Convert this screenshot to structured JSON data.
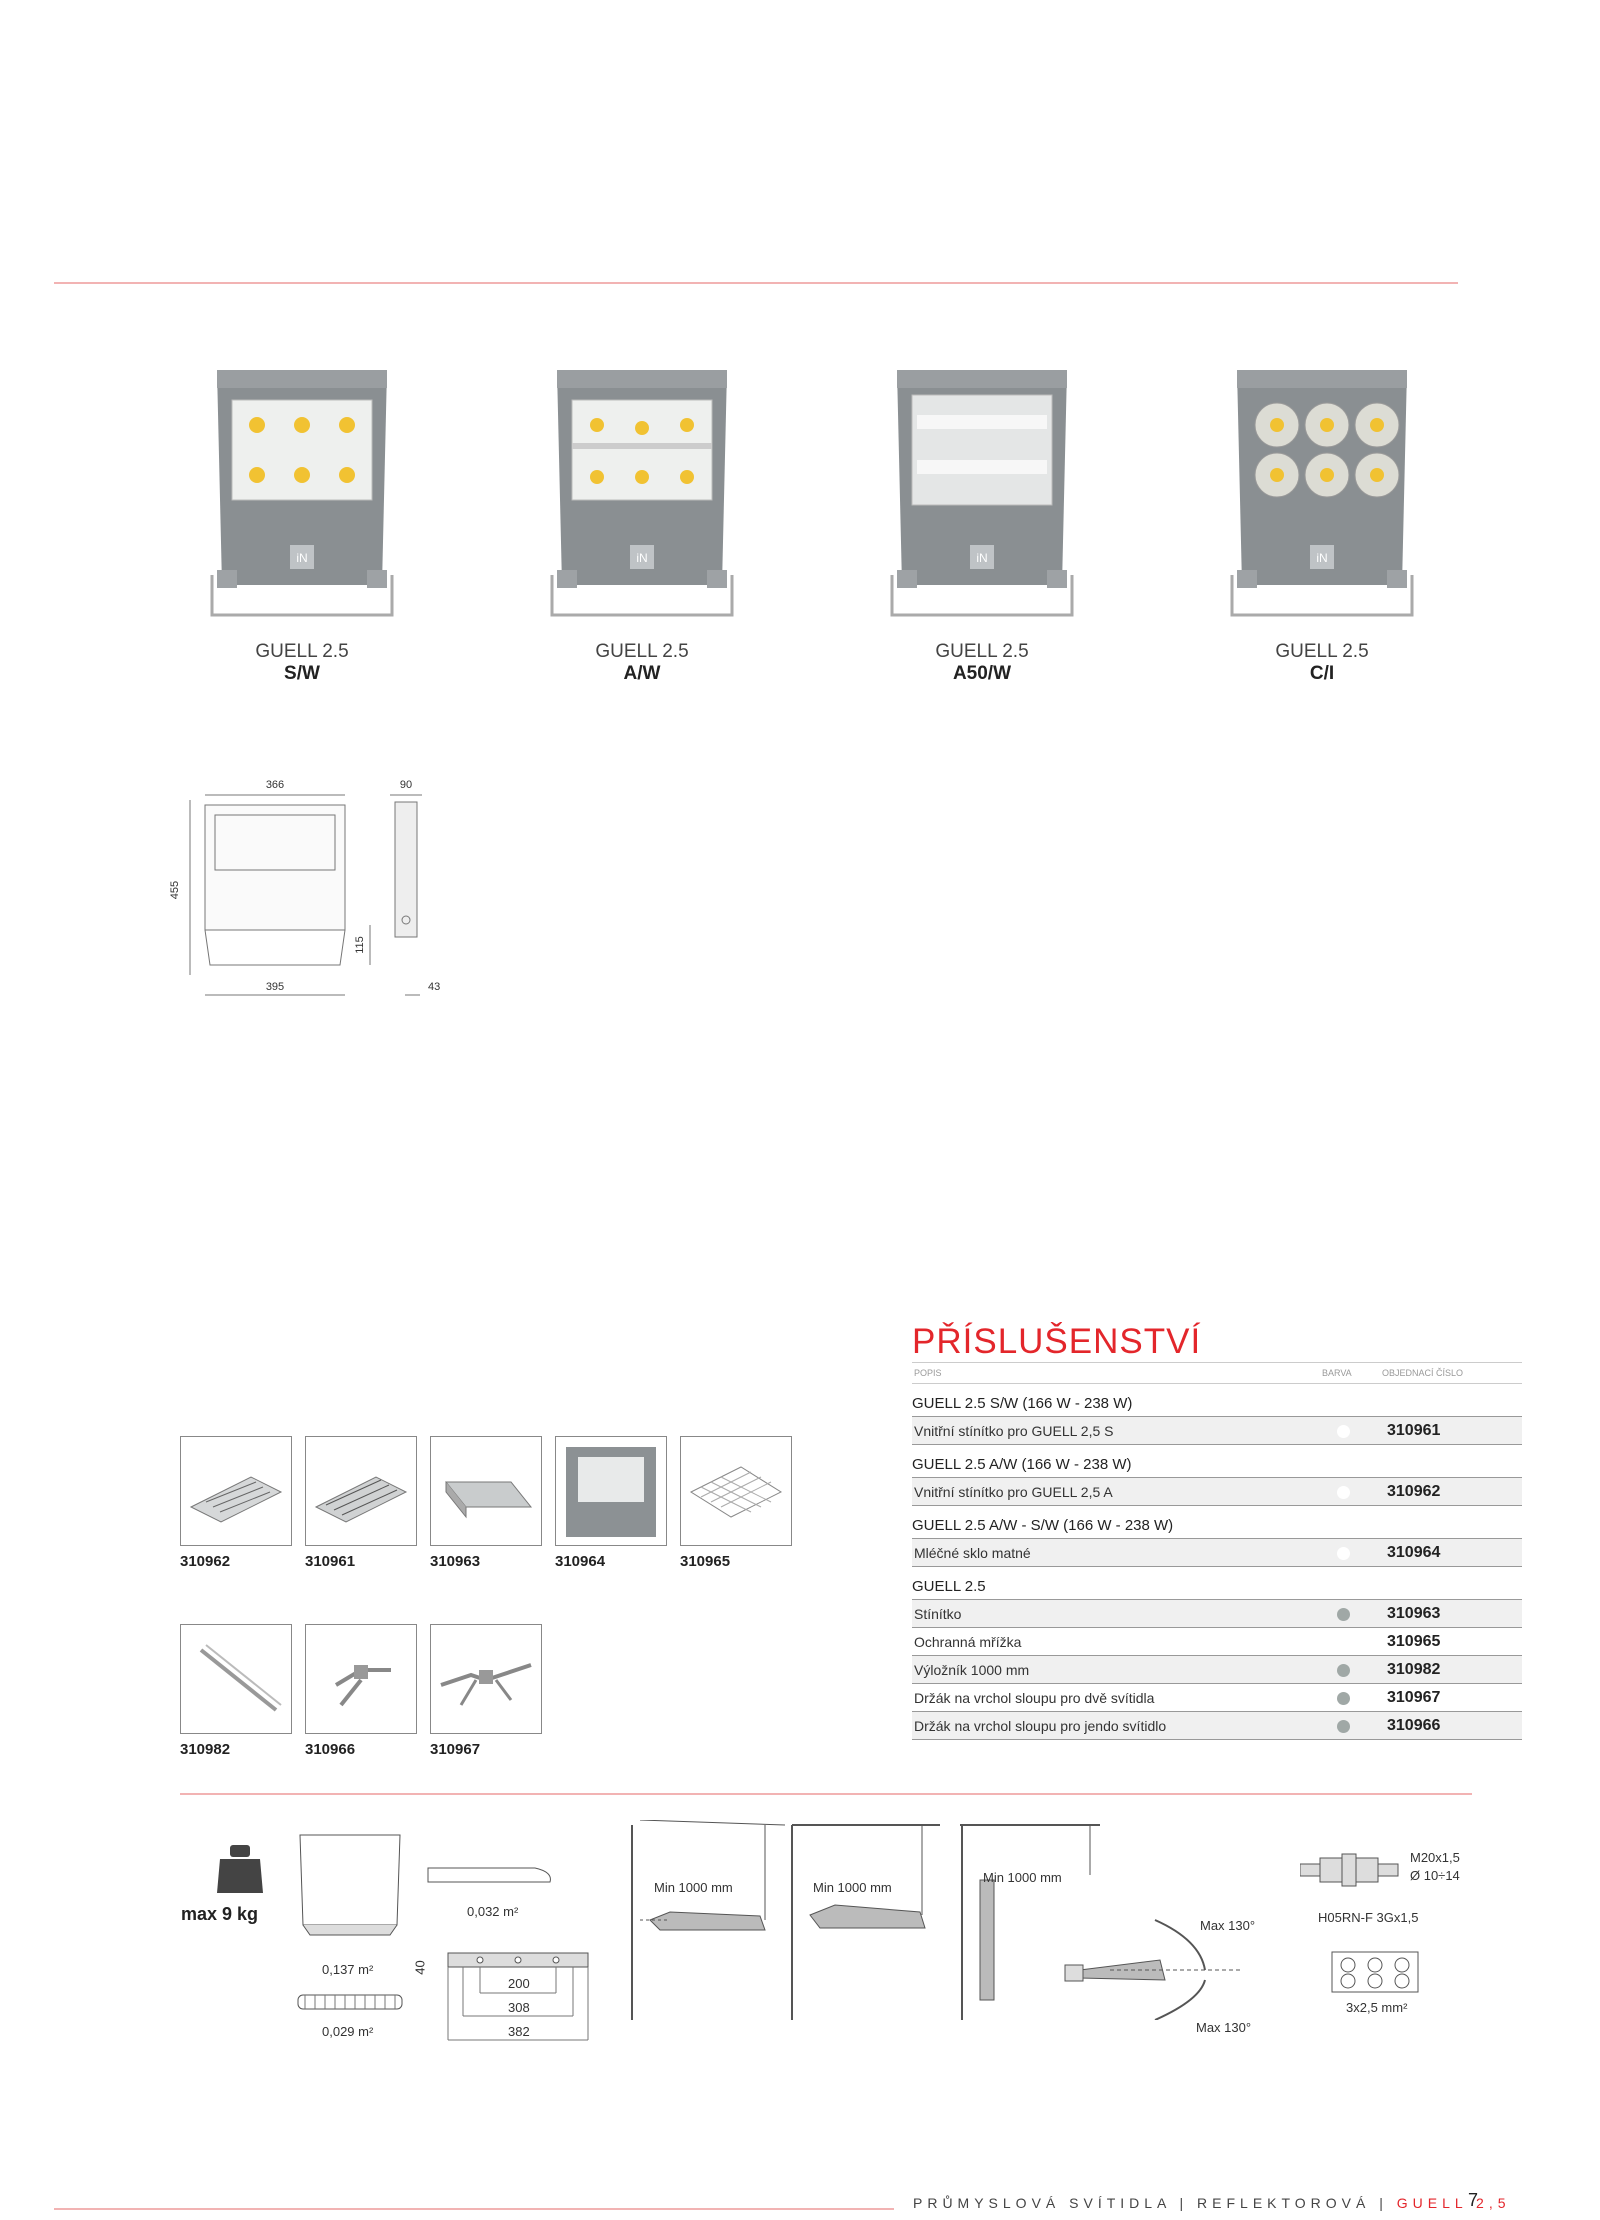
{
  "products": [
    {
      "name": "GUELL 2.5",
      "variant": "S/W"
    },
    {
      "name": "GUELL 2.5",
      "variant": "A/W"
    },
    {
      "name": "GUELL 2.5",
      "variant": "A50/W"
    },
    {
      "name": "GUELL 2.5",
      "variant": "C/I"
    }
  ],
  "brand_badge": "iN",
  "dimensions": {
    "width_top": "366",
    "depth": "90",
    "height": "455",
    "bracket": "115",
    "width_bottom": "395",
    "bottom_depth": "43"
  },
  "accessories": {
    "title": "PŘÍSLUŠENSTVÍ",
    "headers": {
      "desc": "POPIS",
      "color": "BARVA",
      "code": "OBJEDNACÍ ČÍSLO"
    },
    "groups": [
      {
        "label": "GUELL 2.5 S/W (166 W - 238 W)",
        "rows": [
          {
            "desc": "Vnitřní stínítko pro GUELL 2,5 S",
            "color": "#ffffff",
            "code": "310961"
          }
        ]
      },
      {
        "label": "GUELL 2.5 A/W (166 W - 238 W)",
        "rows": [
          {
            "desc": "Vnitřní stínítko pro GUELL 2,5 A",
            "color": "#ffffff",
            "code": "310962"
          }
        ]
      },
      {
        "label": "GUELL 2.5 A/W - S/W (166 W - 238 W)",
        "rows": [
          {
            "desc": "Mléčné sklo matné",
            "color": "#ffffff",
            "code": "310964"
          }
        ]
      },
      {
        "label": "GUELL 2.5",
        "rows": [
          {
            "desc": "Stínítko",
            "color": "#a0a8a6",
            "code": "310963"
          },
          {
            "desc": "Ochranná mřížka",
            "color": "",
            "code": "310965"
          },
          {
            "desc": "Výložník 1000 mm",
            "color": "#a0a8a6",
            "code": "310982"
          },
          {
            "desc": "Držák na vrchol sloupu pro dvě svítidla",
            "color": "#a0a8a6",
            "code": "310967"
          },
          {
            "desc": "Držák na vrchol sloupu pro jendo svítidlo",
            "color": "#a0a8a6",
            "code": "310966"
          }
        ]
      }
    ]
  },
  "thumbs": [
    "310962",
    "310961",
    "310963",
    "310964",
    "310965",
    "310982",
    "310966",
    "310967"
  ],
  "specs": {
    "weight": "max 9 kg",
    "area_front": "0,137 m²",
    "area_side": "0,032 m²",
    "area_top": "0,029 m²",
    "dim_40": "40",
    "dim_200": "200",
    "dim_308": "308",
    "dim_382": "382",
    "min1": "Min 1000 mm",
    "min2": "Min 1000 mm",
    "min3": "Min 1000 mm",
    "max_up": "Max 130°",
    "max_down": "Max 130°",
    "gland": "M20x1,5",
    "gland_d": "Ø 10÷14",
    "cable": "H05RN-F 3Gx1,5",
    "terminal": "3x2,5 mm²"
  },
  "footer": {
    "part1": "PRŮMYSLOVÁ SVÍTIDLA",
    "sep": "|",
    "part2": "REFLEKTOROVÁ",
    "part3": "GUELL 2,5",
    "page": "7"
  }
}
